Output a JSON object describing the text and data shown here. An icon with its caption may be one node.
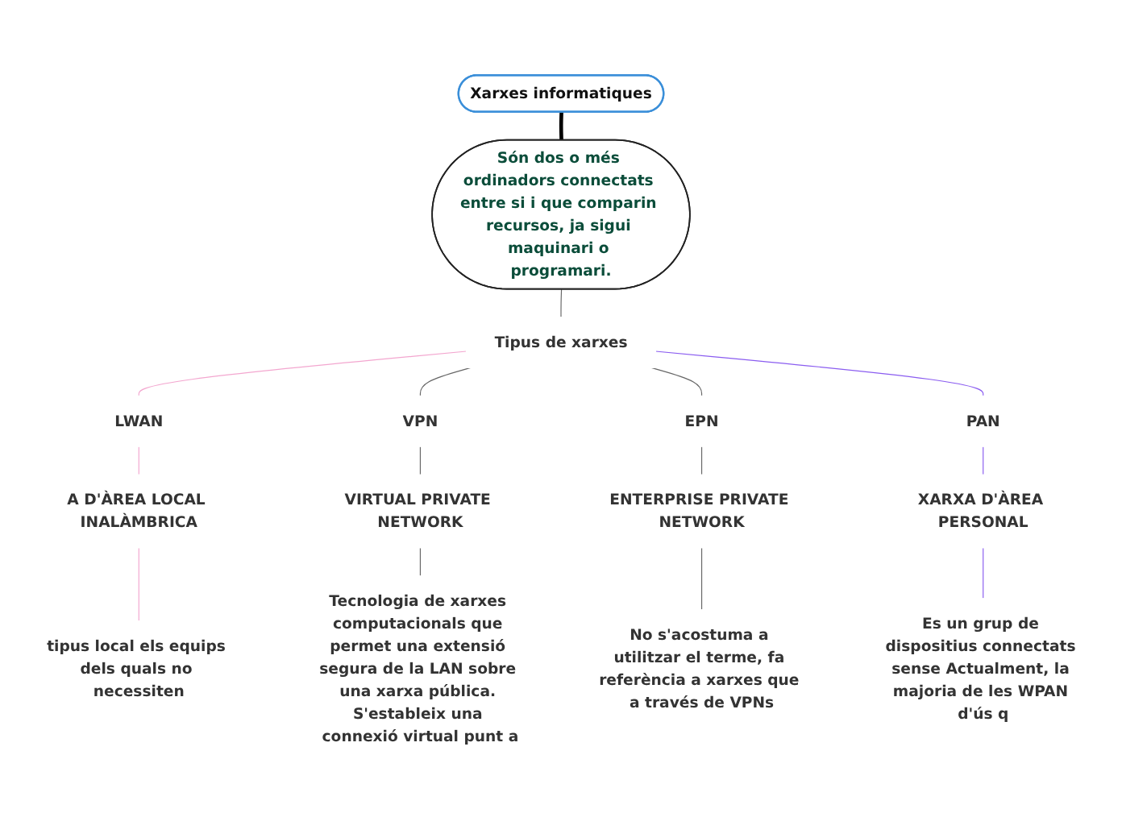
{
  "diagram": {
    "nodes": [
      {
        "text": [
          "Xarxes informatiques"
        ]
      },
      {
        "text": [
          "Són dos o més ordinadors connectats entre si i que comparin recursos, ja sigui maquinari o programari."
        ]
      },
      {
        "text": [
          "Tipus de xarxes"
        ]
      },
      {
        "text": [
          "LWAN"
        ]
      },
      {
        "text": [
          "A D'ÀREA LOCAL INALÀMBRICA"
        ]
      },
      {
        "text": [
          "tipus local els equips dels quals no necessiten"
        ]
      },
      {
        "text": [
          "VPN"
        ]
      },
      {
        "text": [
          "VIRTUAL PRIVATE NETWORK"
        ]
      },
      {
        "text": [
          "Tecnologia de xarxes computacionals que permet una extensió segura de la LAN sobre una xarxa pública. S'estableix una connexió virtual punt a"
        ]
      },
      {
        "text": [
          "EPN"
        ]
      },
      {
        "text": [
          "ENTERPRISE PRIVATE NETWORK"
        ]
      },
      {
        "text": [
          "No s'acostuma a utilitzar el terme, fa referència a xarxes que a través de VPNs"
        ]
      },
      {
        "text": [
          "PAN"
        ]
      },
      {
        "text": [
          "XARXA D'ÀREA PERSONAL"
        ]
      },
      {
        "text": [
          "Es un grup de dispositius connectats sense Actualment, la majoria de les WPAN d'ús q"
        ]
      }
    ],
    "edges": [
      {
        "from": 0,
        "to": 1,
        "arrow": "none",
        "style": "thick",
        "color": "#000000"
      },
      {
        "from": 1,
        "to": 2,
        "arrow": "none"
      },
      {
        "from": 2,
        "to": 3,
        "arrow": "none",
        "color": "#f3a6cf"
      },
      {
        "from": 3,
        "to": 4,
        "arrow": "none",
        "color": "#f3a6cf"
      },
      {
        "from": 4,
        "to": 5,
        "arrow": "none",
        "color": "#f3a6cf"
      },
      {
        "from": 2,
        "to": 6,
        "arrow": "none"
      },
      {
        "from": 6,
        "to": 7,
        "arrow": "none"
      },
      {
        "from": 7,
        "to": 8,
        "arrow": "none"
      },
      {
        "from": 2,
        "to": 9,
        "arrow": "none"
      },
      {
        "from": 9,
        "to": 10,
        "arrow": "none"
      },
      {
        "from": 10,
        "to": 11,
        "arrow": "none"
      },
      {
        "from": 2,
        "to": 12,
        "arrow": "none",
        "color": "#8a5cf0"
      },
      {
        "from": 12,
        "to": 13,
        "arrow": "none",
        "color": "#8a5cf0"
      },
      {
        "from": 13,
        "to": 14,
        "arrow": "none",
        "color": "#8a5cf0"
      }
    ]
  }
}
